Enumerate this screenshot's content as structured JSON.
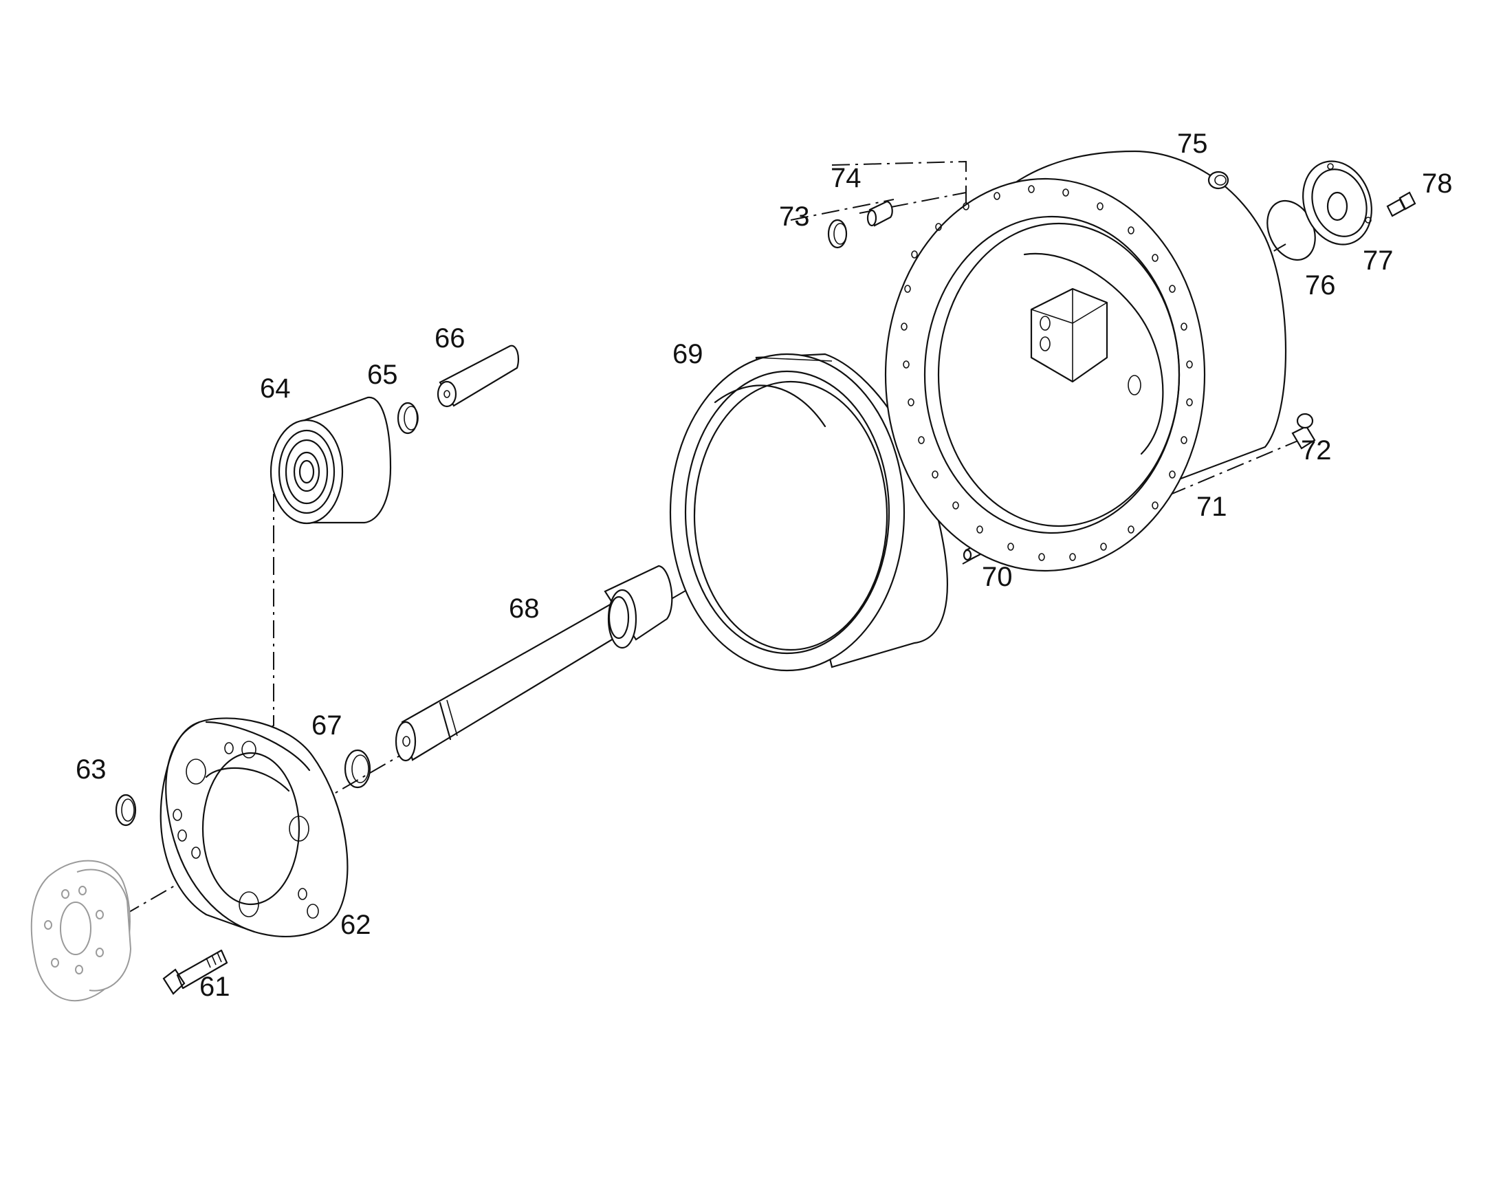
{
  "diagram": {
    "part_labels": [
      "61",
      "62",
      "63",
      "64",
      "65",
      "66",
      "67",
      "68",
      "69",
      "70",
      "71",
      "72",
      "73",
      "74",
      "75",
      "76",
      "77",
      "78"
    ]
  }
}
